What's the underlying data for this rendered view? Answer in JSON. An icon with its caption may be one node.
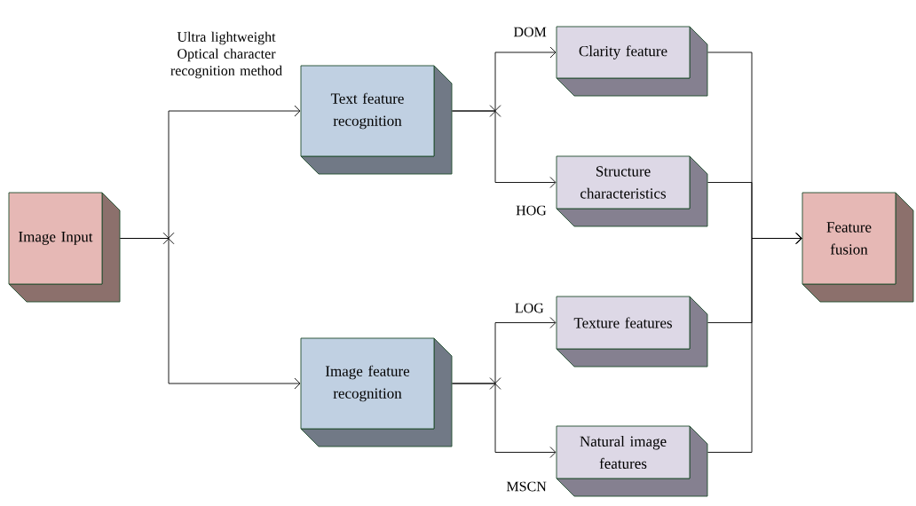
{
  "diagram": {
    "nodes": [
      {
        "text": [
          "Image Input"
        ]
      },
      {
        "text": [
          "Text feature recognition"
        ]
      },
      {
        "text": [
          "Image feature recognition"
        ]
      },
      {
        "text": [
          "Clarity feature"
        ]
      },
      {
        "text": [
          "Structure characteristics"
        ]
      },
      {
        "text": [
          "Texture features"
        ]
      },
      {
        "text": [
          "Natural image features"
        ]
      },
      {
        "text": [
          "Feature fusion"
        ]
      }
    ],
    "edges": [
      {
        "from": 0,
        "to": 1,
        "arrow": "to",
        "label": "Ultra lightweight Optical character recognition method"
      },
      {
        "from": 0,
        "to": 2,
        "arrow": "to"
      },
      {
        "from": 1,
        "to": 3,
        "arrow": "to",
        "label": "DOM"
      },
      {
        "from": 1,
        "to": 4,
        "arrow": "to",
        "label": "HOG"
      },
      {
        "from": 2,
        "to": 5,
        "arrow": "to",
        "label": "LOG"
      },
      {
        "from": 2,
        "to": 6,
        "arrow": "to",
        "label": "MSCN"
      },
      {
        "from": 3,
        "to": 7,
        "arrow": "to"
      },
      {
        "from": 4,
        "to": 7,
        "arrow": "to"
      },
      {
        "from": 5,
        "to": 7,
        "arrow": "to"
      },
      {
        "from": 6,
        "to": 7,
        "arrow": "to"
      }
    ]
  }
}
